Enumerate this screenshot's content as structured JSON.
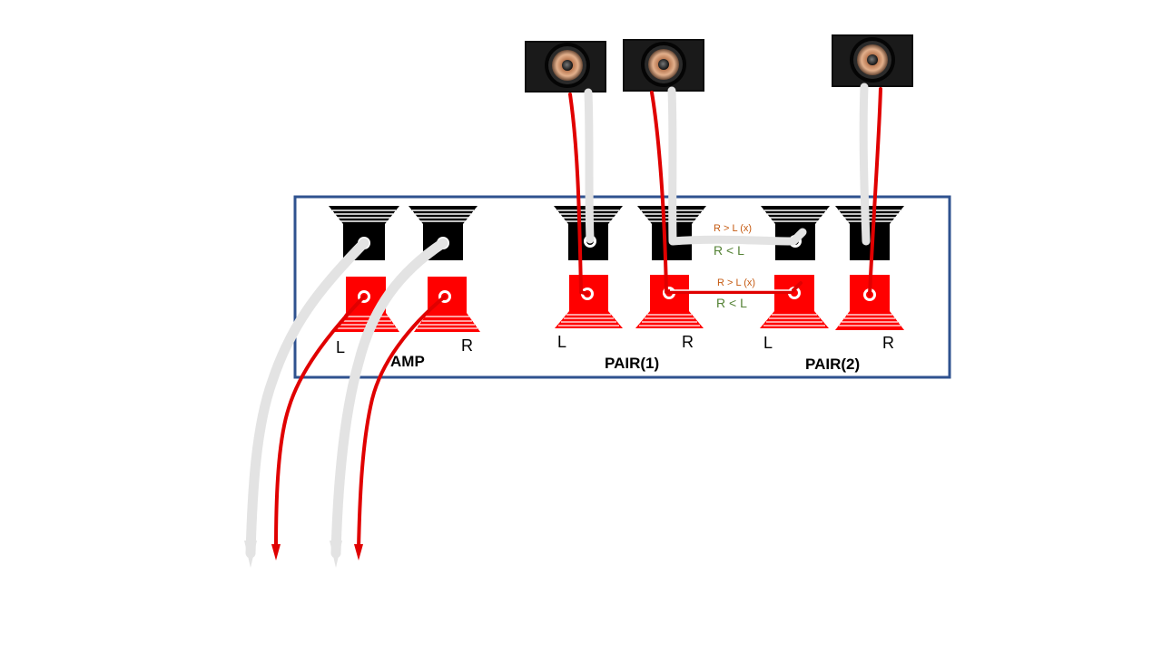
{
  "panel": {
    "border_color": "#2f528f",
    "groups": [
      {
        "name": "AMP",
        "left": "L",
        "right": "R"
      },
      {
        "name": "PAIR(1)",
        "left": "L",
        "right": "R"
      },
      {
        "name": "PAIR(2)",
        "left": "L",
        "right": "R"
      }
    ]
  },
  "bridge_notes": {
    "upper_wrong": "R > L (x)",
    "upper_right": "R < L",
    "lower_wrong": "R > L (x)",
    "lower_right": "R < L"
  },
  "speakers": [
    {
      "name": "speaker-1",
      "icon": "speaker-icon"
    },
    {
      "name": "speaker-2",
      "icon": "speaker-icon"
    },
    {
      "name": "speaker-3",
      "icon": "speaker-icon"
    }
  ],
  "colors": {
    "terminal_negative": "#000000",
    "terminal_positive": "#ff0000",
    "wire_negative": "#e6e6e6",
    "wire_positive": "#e00000",
    "note_wrong": "#c55a11",
    "note_right": "#548235"
  }
}
